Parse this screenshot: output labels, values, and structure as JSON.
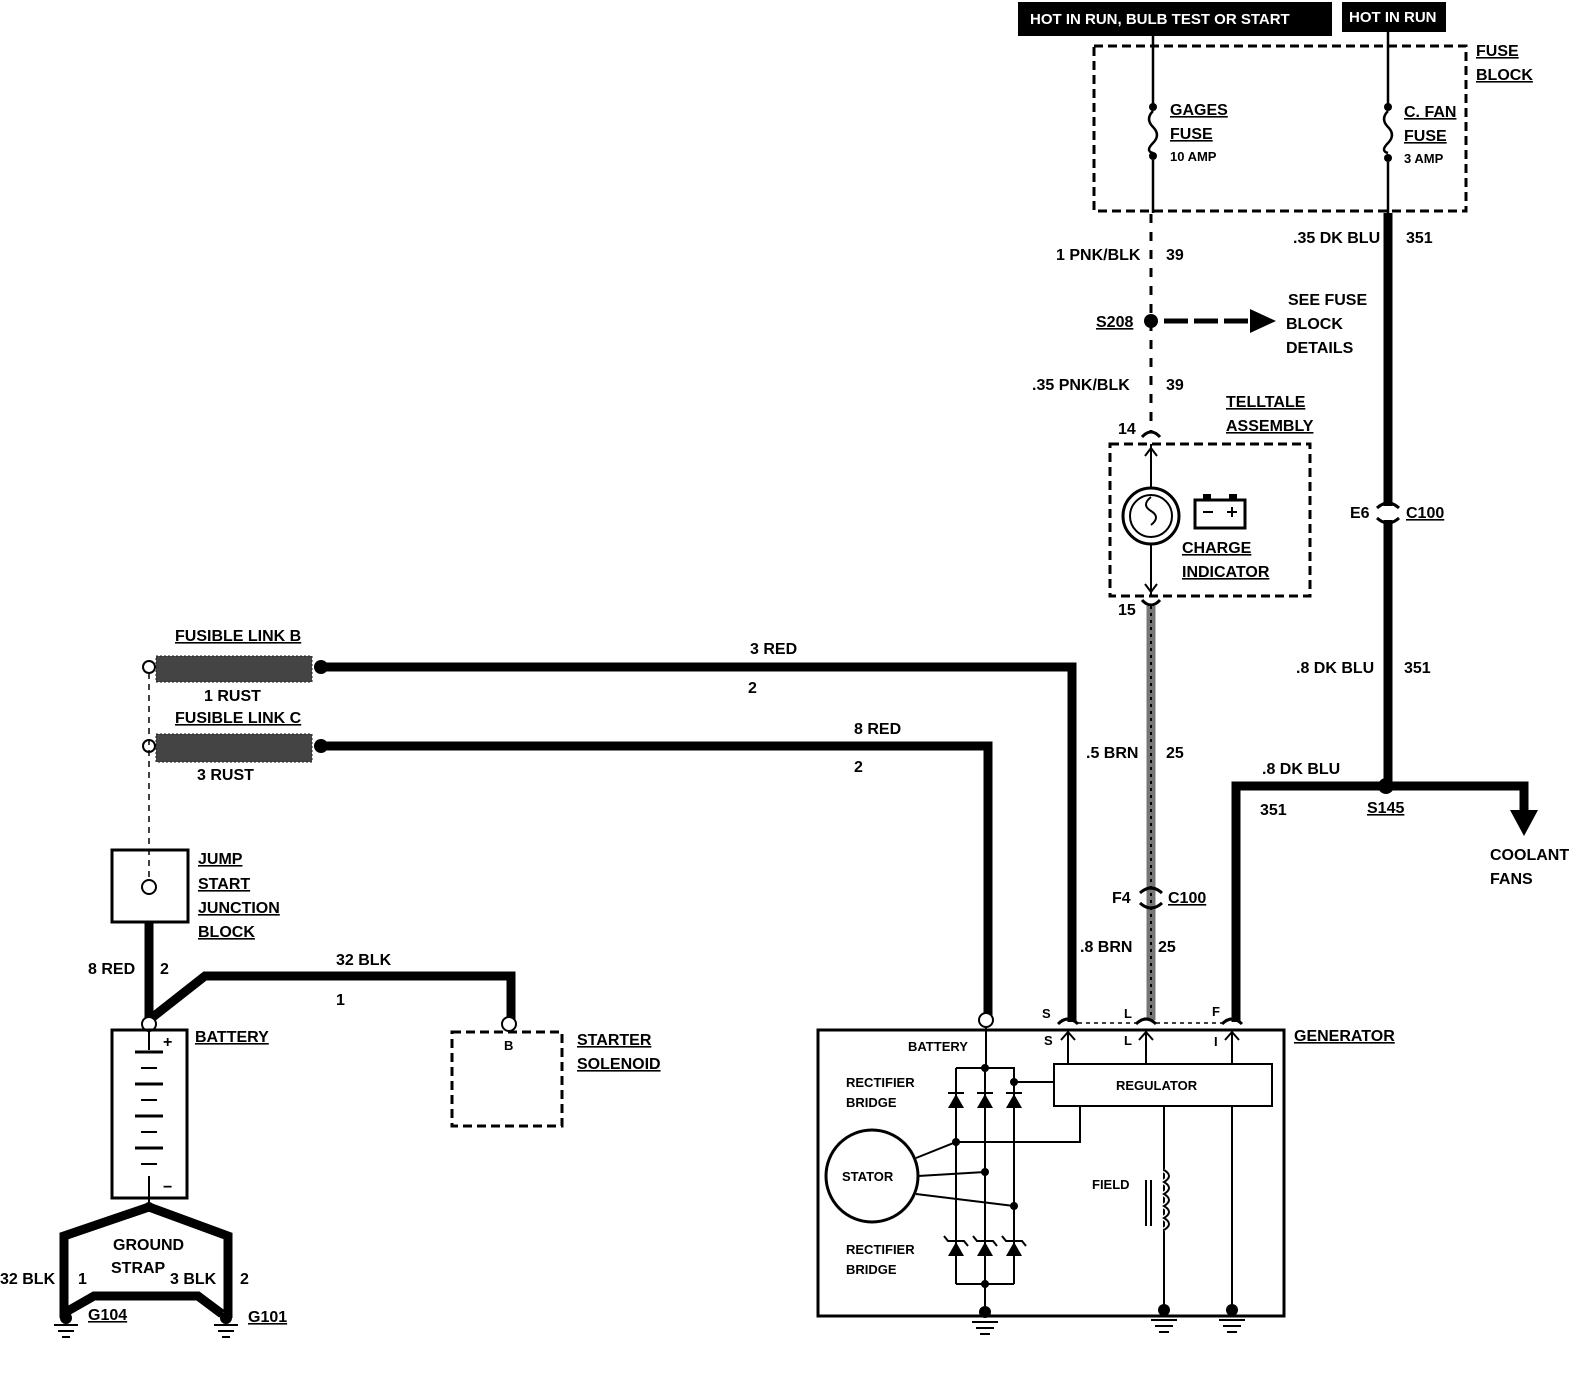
{
  "header": {
    "hot_run_bulb_start": "HOT IN RUN, BULB TEST OR START",
    "hot_run": "HOT IN RUN"
  },
  "fuse_block": {
    "label_line1": "FUSE",
    "label_line2": "BLOCK",
    "gages_fuse": {
      "name_line1": "GAGES",
      "name_line2": "FUSE",
      "rating": "10 AMP"
    },
    "cfan_fuse": {
      "name_line1": "C. FAN",
      "name_line2": "FUSE",
      "rating": "3 AMP"
    }
  },
  "circuits": {
    "gages_wire_top": {
      "gauge_color": "1 PNK/BLK",
      "circuit": "39"
    },
    "gages_wire_bottom": {
      "gauge_color": ".35 PNK/BLK",
      "circuit": "39"
    },
    "cfan_wire_top": {
      "gauge_color": ".35 DK BLU",
      "circuit": "351"
    },
    "cfan_wire_mid": {
      "gauge_color": ".8 DK BLU",
      "circuit": "351"
    },
    "cfan_wire_gen": {
      "gauge_color": ".8 DK BLU",
      "circuit": "351"
    },
    "brn_top": {
      "gauge_color": ".5 BRN",
      "circuit": "25"
    },
    "brn_bottom": {
      "gauge_color": ".8 BRN",
      "circuit": "25"
    },
    "red_top": {
      "gauge_color": "3 RED",
      "circuit": "2"
    },
    "red_bottom": {
      "gauge_color": "8 RED",
      "circuit": "2"
    },
    "battery_feed": {
      "gauge_color": "8 RED",
      "circuit": "2"
    },
    "starter_feed": {
      "gauge_color": "32 BLK",
      "circuit": "1"
    },
    "ground_left": {
      "gauge_color": "32 BLK",
      "circuit": "1"
    },
    "ground_right": {
      "gauge_color": "3 BLK",
      "circuit": "2"
    }
  },
  "splices": {
    "s208": "S208",
    "s145": "S145",
    "see_fuse_line1": "SEE FUSE",
    "see_fuse_line2": "BLOCK",
    "see_fuse_line3": "DETAILS"
  },
  "connectors": {
    "e6": "E6",
    "c100_top": "C100",
    "f4": "F4",
    "c100_bottom": "C100",
    "pin14": "14",
    "pin15": "15"
  },
  "telltale": {
    "title_line1": "TELLTALE",
    "title_line2": "ASSEMBLY",
    "indicator_line1": "CHARGE",
    "indicator_line2": "INDICATOR"
  },
  "fusible_links": {
    "link_b": "FUSIBLE LINK B",
    "link_b_wire": "1 RUST",
    "link_c": "FUSIBLE LINK C",
    "link_c_wire": "3 RUST"
  },
  "jump_start": {
    "line1": "JUMP",
    "line2": "START",
    "line3": "JUNCTION",
    "line4": "BLOCK"
  },
  "battery": {
    "label": "BATTERY",
    "plus": "+",
    "minus": "−"
  },
  "starter": {
    "line1": "STARTER",
    "line2": "SOLENOID",
    "terminal": "B"
  },
  "ground": {
    "strap_line1": "GROUND",
    "strap_line2": "STRAP",
    "g104": "G104",
    "g101": "G101"
  },
  "coolant": {
    "line1": "COOLANT",
    "line2": "FANS"
  },
  "generator": {
    "label": "GENERATOR",
    "battery_terminal": "BATTERY",
    "rectifier_top_line1": "RECTIFIER",
    "rectifier_top_line2": "BRIDGE",
    "rectifier_bottom_line1": "RECTIFIER",
    "rectifier_bottom_line2": "BRIDGE",
    "stator": "STATOR",
    "regulator": "REGULATOR",
    "field": "FIELD",
    "terminal_s_out": "S",
    "terminal_l_out": "L",
    "terminal_f_out": "F",
    "terminal_s_in": "S",
    "terminal_l_in": "L",
    "terminal_i_in": "I"
  }
}
